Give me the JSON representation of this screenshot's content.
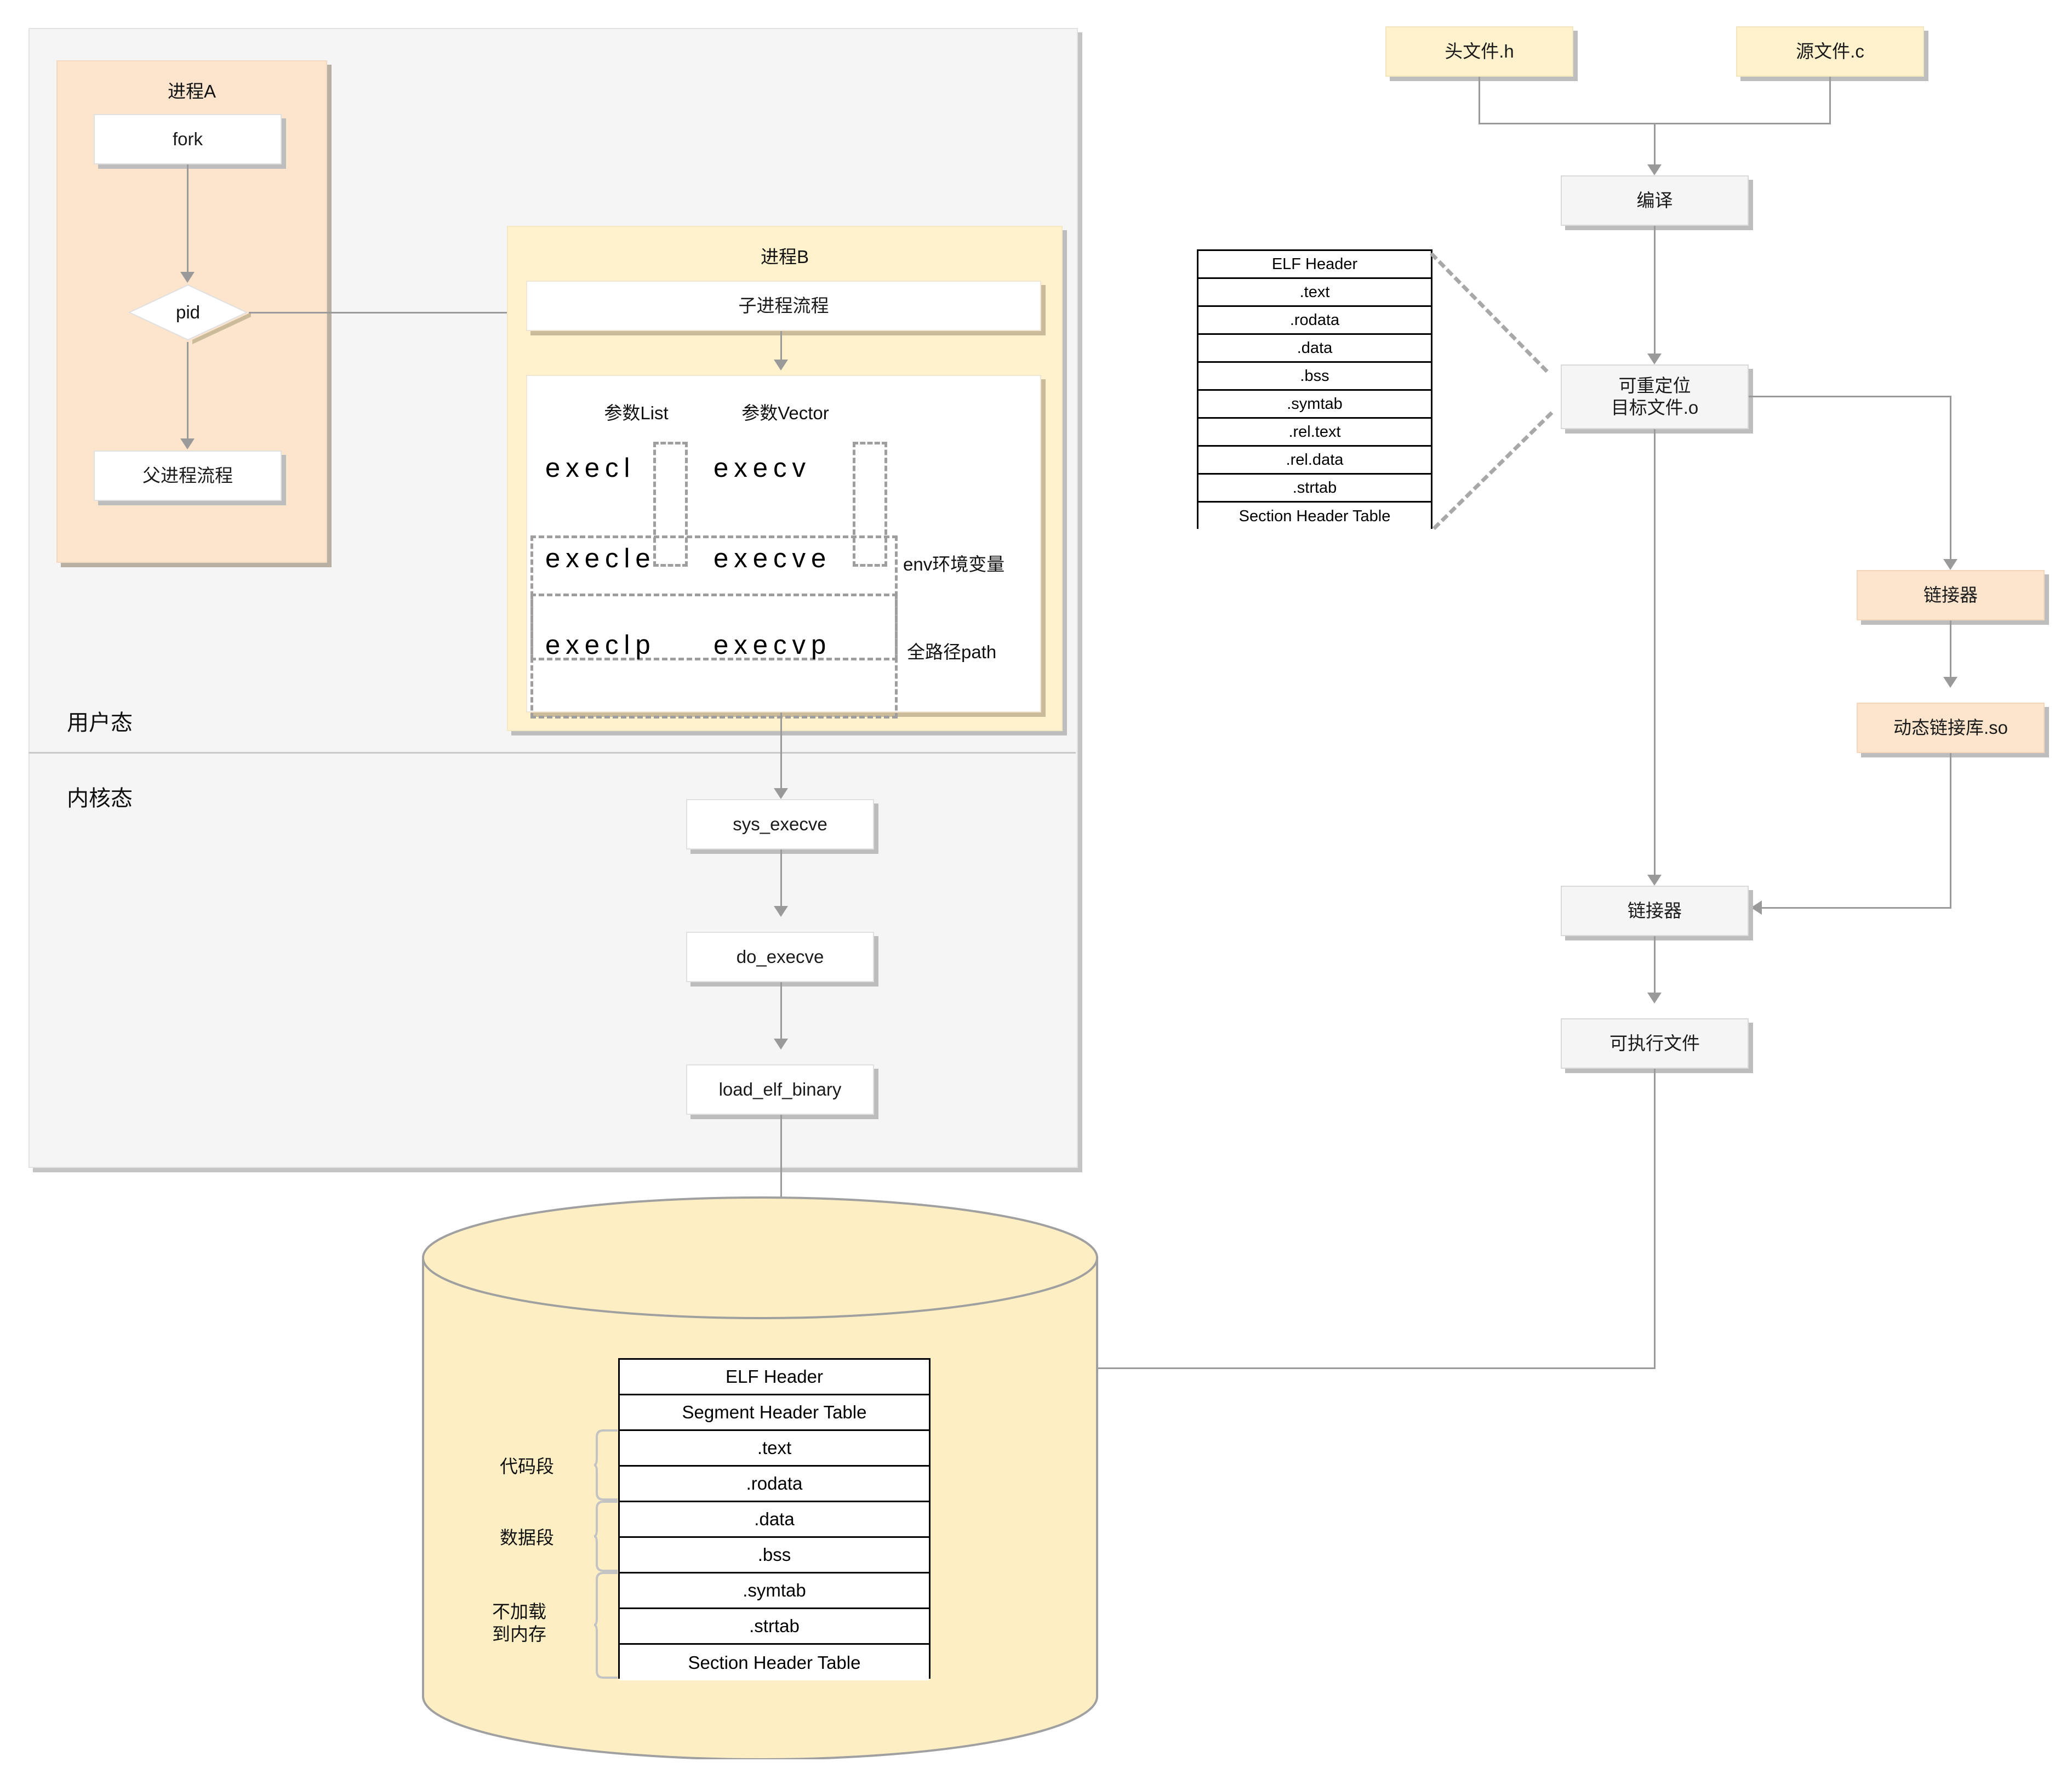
{
  "lanes": {
    "user_mode": "用户态",
    "kernel_mode": "内核态"
  },
  "process_a": {
    "title": "进程A",
    "fork": "fork",
    "pid": "pid",
    "parent_flow": "父进程流程"
  },
  "process_b": {
    "title": "进程B",
    "child_flow": "子进程流程",
    "col_list": "参数List",
    "col_vector": "参数Vector",
    "rows": [
      {
        "list": "execl",
        "vector": "execv",
        "note": ""
      },
      {
        "list": "execle",
        "vector": "execve",
        "note": "env环境变量"
      },
      {
        "list": "execlp",
        "vector": "execvp",
        "note": "全路径path"
      }
    ]
  },
  "kernel_chain": {
    "sys_execve": "sys_execve",
    "do_execve": "do_execve",
    "load_elf_binary": "load_elf_binary"
  },
  "build_chain": {
    "header_file": "头文件.h",
    "source_file": "源文件.c",
    "compile": "编译",
    "relocatable": "可重定位\n目标文件.o",
    "linker_dyn": "链接器",
    "shared_lib": "动态链接库.so",
    "linker": "链接器",
    "executable": "可执行文件"
  },
  "object_file_table": {
    "rows": [
      "ELF Header",
      ".text",
      ".rodata",
      ".data",
      ".bss",
      ".symtab",
      ".rel.text",
      ".rel.data",
      ".strtab",
      "Section Header Table"
    ]
  },
  "memory_image": {
    "rows": [
      "ELF Header",
      "Segment Header Table",
      ".text",
      ".rodata",
      ".data",
      ".bss",
      ".symtab",
      ".strtab",
      "Section Header Table"
    ],
    "groups": [
      {
        "label": "代码段"
      },
      {
        "label": "数据段"
      },
      {
        "label": "不加载\n到内存"
      }
    ]
  },
  "colors": {
    "peach": "#fce4cd",
    "cream": "#fff2cc",
    "lane_bg": "#f5f5f5",
    "node_bg": "#f5f5f5",
    "line": "#9a9a9a",
    "shadow": "#bdbdbd"
  }
}
